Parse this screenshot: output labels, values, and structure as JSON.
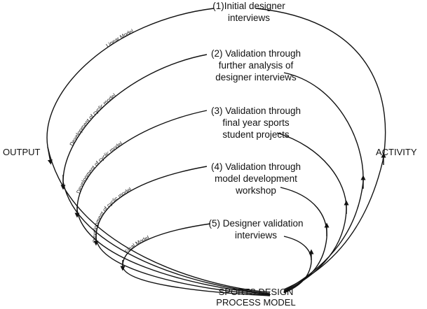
{
  "stages": [
    {
      "id": 1,
      "title": "(1)Initial designer\ninterviews",
      "path_label": "Linear Model"
    },
    {
      "id": 2,
      "title": "(2) Validation through\nfurther analysis of\ndesigner interviews",
      "path_label": "Development of cyclic model"
    },
    {
      "id": 3,
      "title": "(3) Validation through\nfinal year sports\nstudent projects",
      "path_label": "Development of cyclic model"
    },
    {
      "id": 4,
      "title": "(4) Validation through\nmodel development\nworkshop",
      "path_label": "Development of cyclic model"
    },
    {
      "id": 5,
      "title": "(5) Designer validation\ninterviews",
      "path_label": "Final Model"
    }
  ],
  "output_label": "OUTPUT",
  "activity_label": "ACTIVITY",
  "center_label": "SPORTS DESIGN\nPROCESS MODEL",
  "colors": {
    "line": "#111111",
    "text": "#111111",
    "background": "#ffffff"
  }
}
